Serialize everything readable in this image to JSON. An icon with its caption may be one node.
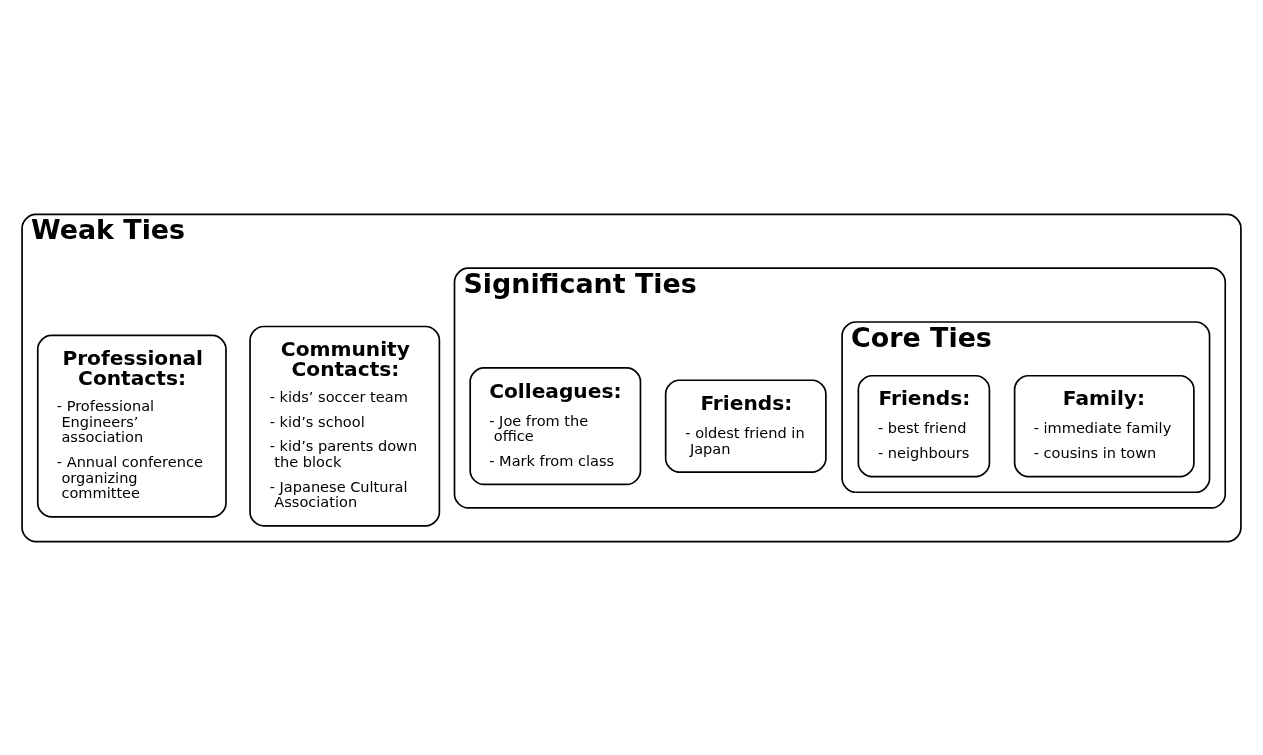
{
  "diagram": {
    "nodes": [
      {
        "text": [
          "Weak Ties"
        ]
      },
      {
        "text": [
          "Community Contacts:",
          "- kids’ soccer team",
          "- kid’s school",
          "- kid’s parents down the block",
          "- Japanese Cultural Association"
        ],
        "in": 0
      },
      {
        "text": [
          "Professional Contacts:",
          "- Professional Engineers’ association",
          "- Annual conference organizing committee"
        ],
        "in": 0
      },
      {
        "text": [
          "Significant Ties"
        ],
        "in": 0
      },
      {
        "text": [
          "Friends:",
          "- oldest friend in Japan"
        ],
        "in": 3
      },
      {
        "text": [
          "Colleagues:",
          "- Joe from the office",
          "- Mark from class"
        ],
        "in": 3
      },
      {
        "text": [
          "Core Ties"
        ],
        "in": 3
      },
      {
        "text": [
          "Family:",
          "- immediate family",
          "- cousins in town"
        ],
        "in": 6
      },
      {
        "text": [
          "Friends:",
          "- best friend",
          "- neighbours"
        ],
        "in": 6
      }
    ],
    "edges": []
  }
}
